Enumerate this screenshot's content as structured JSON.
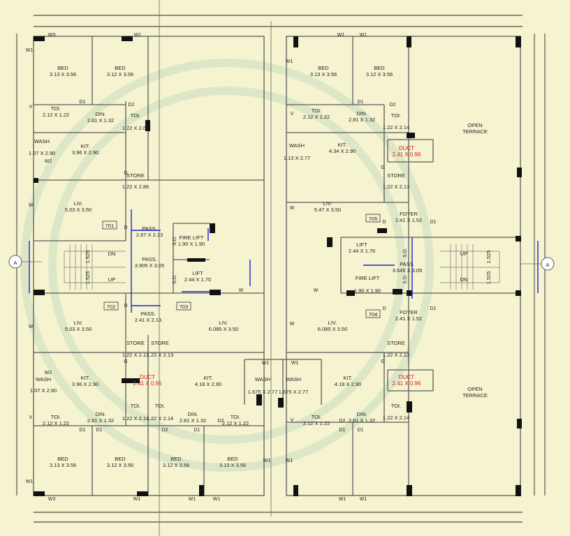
{
  "rooms": [
    {
      "id": "r1",
      "name": "BED",
      "size": "3.13 X 3.56"
    },
    {
      "id": "r2",
      "name": "BED",
      "size": "3.12 X 3.56"
    },
    {
      "id": "r3",
      "name": "TOI.",
      "size": "2.12 X 1.22"
    },
    {
      "id": "r4",
      "name": "DIN.",
      "size": "2.81 X 1.32"
    },
    {
      "id": "r5",
      "name": "TOI.",
      "size": "1.22 X 2.60"
    },
    {
      "id": "r6",
      "name": "WASH",
      "size": "1.07 X 2.90"
    },
    {
      "id": "r7",
      "name": "KIT.",
      "size": "3.96 X 2.90"
    },
    {
      "id": "r8",
      "name": "STORE",
      "size": "1.22 X 2.86"
    },
    {
      "id": "r9",
      "name": "LIV.",
      "size": "5.03 X 3.50"
    },
    {
      "id": "r10",
      "name": "PASS.",
      "size": "2.67 X 2.13"
    },
    {
      "id": "r11",
      "name": "FIRE LIFT",
      "size": "1.90 X 1.90"
    },
    {
      "id": "r12",
      "name": "PASS.",
      "size": "3.905 X 3.05"
    },
    {
      "id": "r13",
      "name": "LIFT",
      "size": "2.44 X 1.70"
    },
    {
      "id": "r14",
      "name": "PASS.",
      "size": "2.41 X 2.13"
    },
    {
      "id": "r15",
      "name": "LIV.",
      "size": "5.03 X 3.50"
    },
    {
      "id": "r16",
      "name": "LIV.",
      "size": "6.085 X 3.50"
    },
    {
      "id": "r17",
      "name": "STORE",
      "size": "1.22 X 2.13"
    },
    {
      "id": "r18",
      "name": "STORE",
      "size": "1.22 X 2.13"
    },
    {
      "id": "r19",
      "name": "WASH",
      "size": "1.07 X 2.90"
    },
    {
      "id": "r20",
      "name": "KIT.",
      "size": "3.96 X 2.90"
    },
    {
      "id": "r21",
      "name": "DUCT",
      "size": "2.41 X 0.96"
    },
    {
      "id": "r22",
      "name": "KIT.",
      "size": "4.18 X 2.90"
    },
    {
      "id": "r23",
      "name": "TOI.",
      "size": "2.12 X 1.22"
    },
    {
      "id": "r24",
      "name": "DIN.",
      "size": "2.81 X 1.32"
    },
    {
      "id": "r25",
      "name": "TOI.",
      "size": "1.22 X 2.14"
    },
    {
      "id": "r26",
      "name": "TOI.",
      "size": "1.22 X 2.14"
    },
    {
      "id": "r27",
      "name": "DIN.",
      "size": "2.81 X 1.32"
    },
    {
      "id": "r28",
      "name": "TOI.",
      "size": "2.12 X 1.22"
    },
    {
      "id": "r29",
      "name": "BED",
      "size": "3.13 X 3.56"
    },
    {
      "id": "r30",
      "name": "BED",
      "size": "3.12 X 3.56"
    },
    {
      "id": "r31",
      "name": "BED",
      "size": "3.12 X 3.56"
    },
    {
      "id": "r32",
      "name": "BED",
      "size": "3.13 X 3.56"
    },
    {
      "id": "r33",
      "name": "BED",
      "size": "3.13 X 3.56"
    },
    {
      "id": "r34",
      "name": "BED",
      "size": "3.12 X 3.56"
    },
    {
      "id": "r35",
      "name": "TOI.",
      "size": "2.12 X 1.22"
    },
    {
      "id": "r36",
      "name": "DIN.",
      "size": "2.81 X 1.32"
    },
    {
      "id": "r37",
      "name": "TOI.",
      "size": "1.22 X 2.14"
    },
    {
      "id": "r38",
      "name": "OPEN",
      "size": "TERRACE"
    },
    {
      "id": "r39",
      "name": "DUCT",
      "size": "2.41 X 0.96"
    },
    {
      "id": "r40",
      "name": "WASH",
      "size": "1.13 X 2.77"
    },
    {
      "id": "r41",
      "name": "KIT.",
      "size": "4.34 X 2.90"
    },
    {
      "id": "r42",
      "name": "STORE",
      "size": "1.22 X 2.13"
    },
    {
      "id": "r43",
      "name": "LIV.",
      "size": "5.47 X 3.50"
    },
    {
      "id": "r44",
      "name": "FOYER",
      "size": "2.41 X 1.52"
    },
    {
      "id": "r45",
      "name": "LIFT",
      "size": "2.44 X 1.76"
    },
    {
      "id": "r46",
      "name": "PASS.",
      "size": "3.645 X 3.05"
    },
    {
      "id": "r47",
      "name": "FIRE LIFT",
      "size": "1.90 X 1.90"
    },
    {
      "id": "r48",
      "name": "FOYER",
      "size": "2.41 X 1.52"
    },
    {
      "id": "r49",
      "name": "LIV.",
      "size": "6.085 X 3.50"
    },
    {
      "id": "r50",
      "name": "STORE",
      "size": "1.22 X 2.13"
    },
    {
      "id": "r51",
      "name": "DUCT",
      "size": "2.41 X 0.96"
    },
    {
      "id": "r52",
      "name": "OPEN",
      "size": "TERRACE"
    },
    {
      "id": "r53",
      "name": "WASH",
      "size": "1.675 X 2.77"
    },
    {
      "id": "r54",
      "name": "WASH",
      "size": "1.675 X 2.77"
    },
    {
      "id": "r55",
      "name": "KIT.",
      "size": "4.18 X 2.90"
    },
    {
      "id": "r56",
      "name": "TOI.",
      "size": "2.12 X 1.22"
    },
    {
      "id": "r57",
      "name": "DIN.",
      "size": "2.81 X 1.32"
    },
    {
      "id": "r58",
      "name": "TOI.",
      "size": "1.22 X 2.14"
    }
  ],
  "flats": [
    "701",
    "702",
    "703",
    "704",
    "705"
  ],
  "section_marks": [
    "A",
    "A"
  ],
  "stair_labels": {
    "dn": "DN",
    "up": "UP",
    "riser": "1.525"
  },
  "openings": {
    "window1": "W1",
    "window2": "W2",
    "window3": "W3",
    "window": "W",
    "door1": "D1",
    "door2": "D2",
    "door": "D",
    "ventilator": "V",
    "grill": "G",
    "sliding_door": "S.D."
  },
  "colors": {
    "background": "#f6f3d0",
    "duct": "#d42020",
    "arrow": "#1c22d6",
    "walls": "#5a5a5a"
  }
}
